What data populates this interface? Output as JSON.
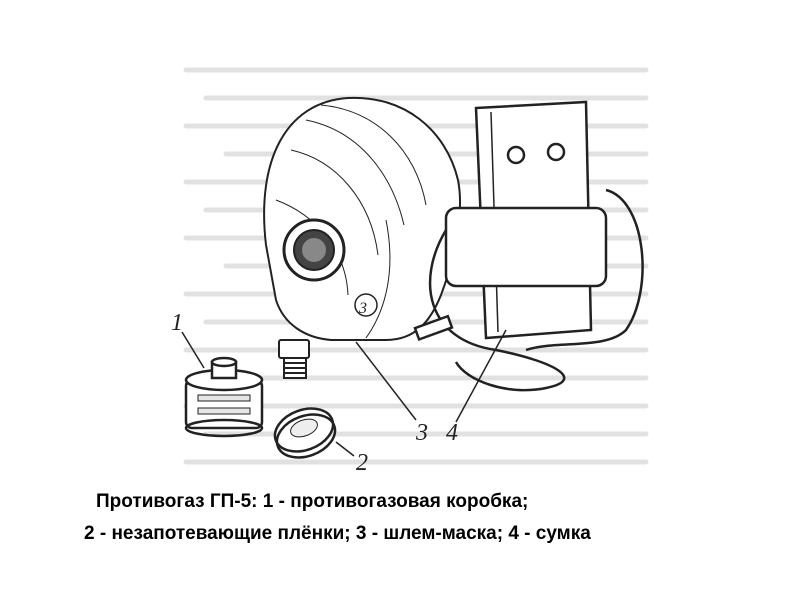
{
  "figure": {
    "labels": {
      "box": "1",
      "films": "2",
      "mask": "3",
      "bag": "4",
      "mask_marking": "3"
    }
  },
  "caption": {
    "line1": "Противогаз ГП-5: 1 - противогазовая коробка;",
    "line2": "2 - незапотевающие плёнки; 3 - шлем-маска; 4 - сумка"
  },
  "colors": {
    "ink": "#222222",
    "background_tint": "#f2f2f2"
  }
}
